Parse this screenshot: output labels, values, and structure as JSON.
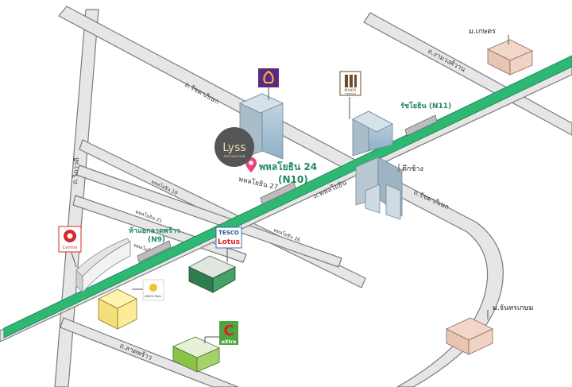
{
  "roads": {
    "ratchadaphisek_upper": "ถ.รัชดาภิเษก",
    "ratchadaphisek_lower": "ถ.รัชดาภิเษก",
    "phahonyothin": "ถ.พหลโยธิน",
    "phahonyothin_27": "พหลโยธิน 27",
    "ngam_wong_wan": "ถ.งามวงศ์วาน",
    "lat_phrao": "ถ.ลาดพร้าว",
    "vibhavadi": "ถ.วิภาวดี",
    "soi_1": "พหลโยธิน 19",
    "soi_2": "พหลโยธิน 21",
    "soi_3": "พหลโยธิน 11",
    "soi_4": "พหลโยธิน 26"
  },
  "stations": {
    "main_name": "พหลโยธิน 24",
    "main_code": "(N10)",
    "left_name": "ห้าแยกลาดพร้าว",
    "left_code": "(N9)",
    "right_label": "รัชโยธิน (N11)"
  },
  "landmarks": {
    "kasetsart": "ม.เกษตร",
    "chandrakasem": "ม.จันทรเกษม",
    "tuk_chang": "ตึกช้าง",
    "lyss_logo": "Lyss",
    "lyss_sub": "RATCHAYOTHIN",
    "major_logo": "MAJOR",
    "major_sub": "CINEPLEX",
    "central_logo": "Central",
    "tesco_top": "TESCO",
    "tesco_bottom": "Lotus",
    "union_mall": "UNION MALL",
    "bigc_letter": "C",
    "bigc_sub": "eXtra"
  },
  "colors": {
    "bts_line": "#2fb873",
    "bts_line_dark": "#1f8a5c",
    "road_fill": "#e6e6e6",
    "road_edge": "#7b7b7b",
    "marker": "#e8447a",
    "bank_purple": "#5a2a82",
    "bank_gold": "#f2c230",
    "major_brown": "#6b4a2e",
    "central_red": "#d7272c",
    "tesco_blue": "#1a4f9c",
    "tesco_red": "#e02020",
    "bigc_green": "#4da63f",
    "bigc_red": "#e02020"
  }
}
